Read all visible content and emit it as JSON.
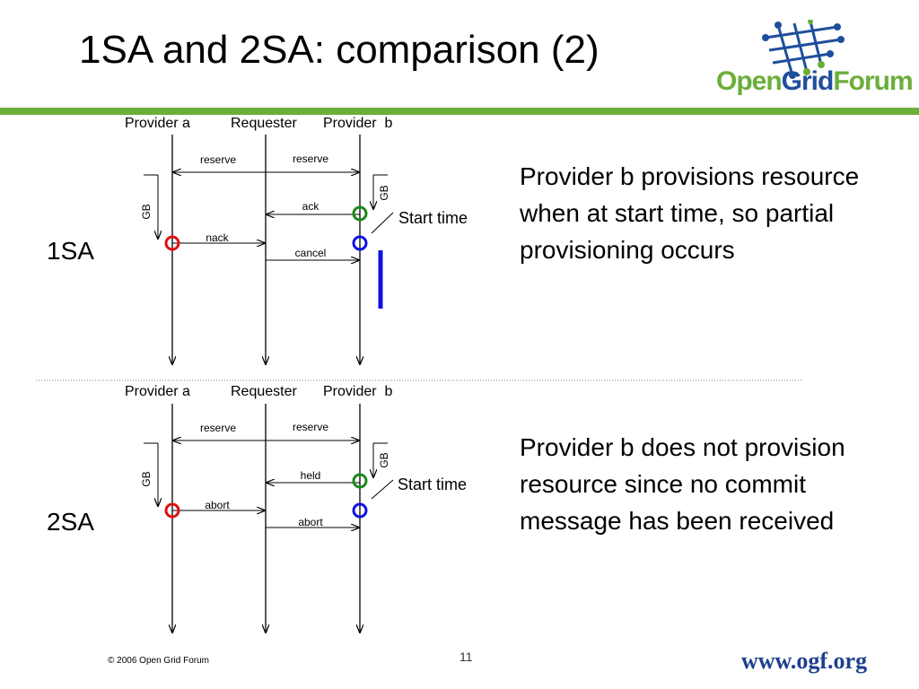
{
  "title": "1SA and 2SA: comparison (2)",
  "logo": {
    "part1": "Open",
    "part2": "Grid",
    "part3": "Forum"
  },
  "participants": {
    "a": "Provider a",
    "requester": "Requester",
    "b": "Provider  b"
  },
  "sa1": {
    "label": "1SA",
    "messages": {
      "reserve_left": "reserve",
      "reserve_right": "reserve",
      "ack": "ack",
      "nack": "nack",
      "cancel": "cancel"
    },
    "gb_label": "GB",
    "start_time": "Start time",
    "description": "Provider b provisions resource when at start time, so partial provisioning occurs"
  },
  "sa2": {
    "label": "2SA",
    "messages": {
      "reserve_left": "reserve",
      "reserve_right": "reserve",
      "held": "held",
      "abort_left": "abort",
      "abort_right": "abort"
    },
    "gb_label": "GB",
    "start_time": "Start time",
    "description": "Provider b does not provision resource since no commit message has been received"
  },
  "footer": {
    "copyright": "© 2006 Open Grid Forum",
    "page": "11",
    "url": "www.ogf.org"
  },
  "colors": {
    "accent_green": "#6cae3a",
    "brand_blue": "#1f4f9c",
    "marker_red": "#e01010",
    "marker_green": "#1a8a1a",
    "marker_blue": "#1010e0"
  }
}
